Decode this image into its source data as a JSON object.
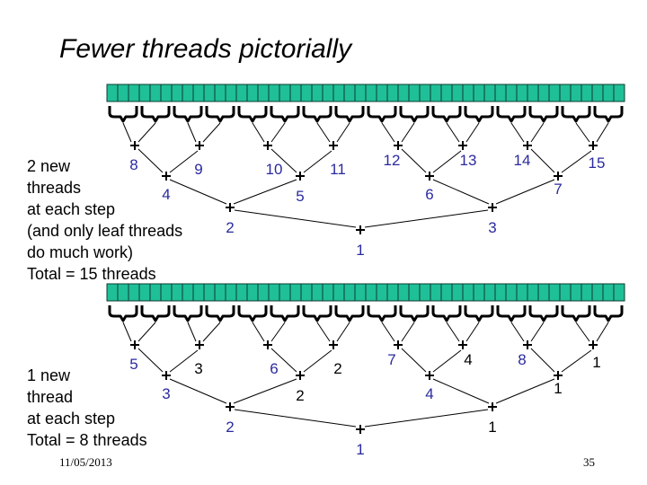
{
  "title": "Fewer threads pictorially",
  "colors": {
    "array_fill": "#1fbf97",
    "array_stroke": "#0d3d30",
    "blue_label": "#2a2aa0",
    "black_label": "#000000"
  },
  "cell_count": 48,
  "diagrams": [
    {
      "description": [
        "2 new",
        "threads",
        "at each step",
        "(and only leaf threads",
        "do much work)",
        "Total = 15 threads"
      ],
      "labels": [
        "8",
        "9",
        "10",
        "11",
        "12",
        "13",
        "14",
        "15",
        "4",
        "5",
        "6",
        "7",
        "2",
        "3",
        "1"
      ],
      "label_colors": [
        "blue",
        "blue",
        "blue",
        "blue",
        "blue",
        "blue",
        "blue",
        "blue",
        "blue",
        "blue",
        "blue",
        "blue",
        "blue",
        "blue",
        "blue"
      ]
    },
    {
      "description": [
        "1 new",
        "thread",
        "at each step",
        "Total = 8 threads"
      ],
      "labels": [
        "5",
        "3",
        "6",
        "2",
        "7",
        "4",
        "8",
        "1",
        "3",
        "2",
        "4",
        "1",
        "2",
        "1",
        "1"
      ],
      "label_colors": [
        "blue",
        "black",
        "blue",
        "black",
        "blue",
        "black",
        "blue",
        "black",
        "blue",
        "black",
        "blue",
        "black",
        "blue",
        "black",
        "blue"
      ]
    }
  ],
  "footer": {
    "date": "11/05/2013",
    "page": "35"
  }
}
